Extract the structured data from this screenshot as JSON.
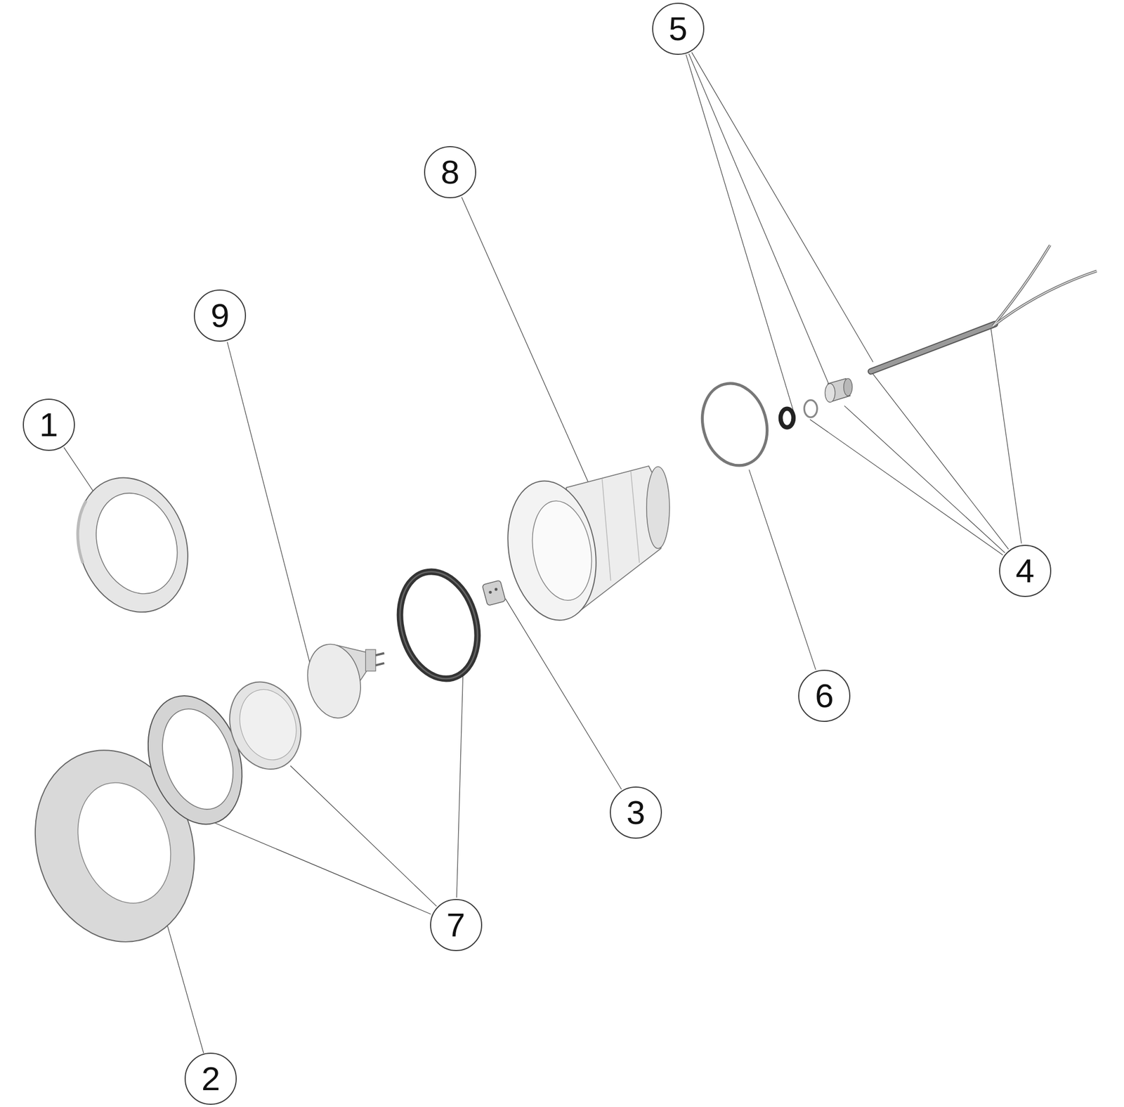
{
  "diagram": {
    "nodes": [
      {
        "text": [
          "5"
        ]
      },
      {
        "text": [
          "8"
        ]
      },
      {
        "text": [
          "9"
        ]
      },
      {
        "text": [
          "1"
        ]
      },
      {
        "text": [
          "4"
        ]
      },
      {
        "text": [
          "6"
        ]
      },
      {
        "text": [
          "3"
        ]
      },
      {
        "text": [
          "7"
        ]
      },
      {
        "text": [
          "2"
        ]
      }
    ]
  }
}
